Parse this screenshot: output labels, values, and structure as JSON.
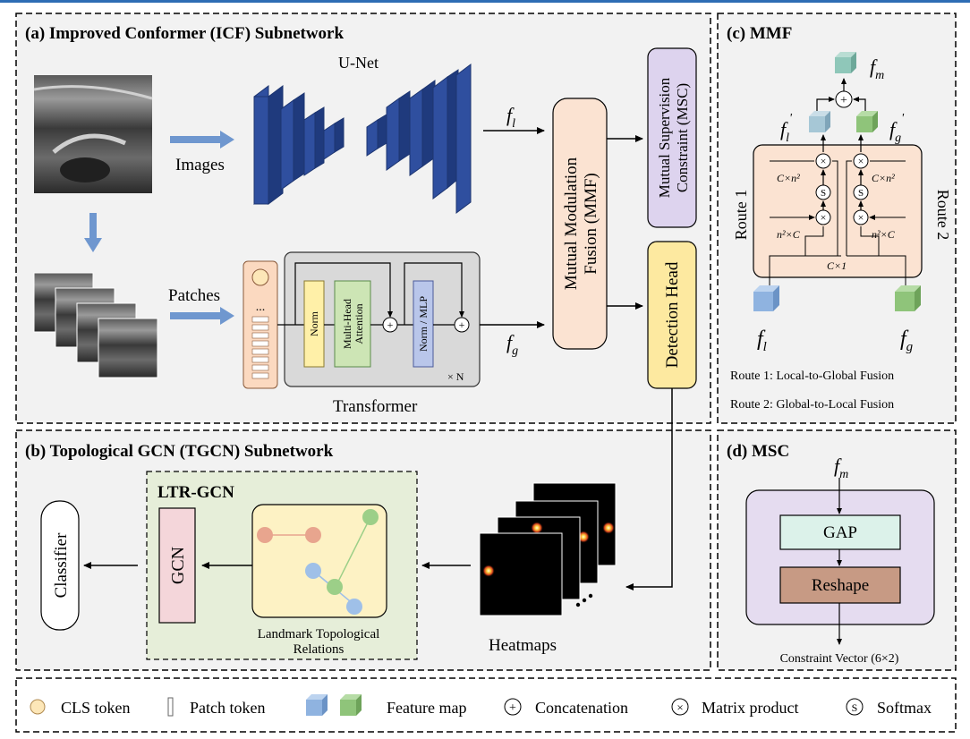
{
  "colors": {
    "top_rule": "#2e6db4",
    "panel_bg": "#f2f2f2",
    "unet_blue": "#2f4f9f",
    "arrow_blue": "#6f97cf",
    "mmf_fill": "#fbe3d2",
    "msc_fill": "#ddd3ee",
    "head_fill": "#fde9a0",
    "transformer_fill": "#d9d9d9",
    "norm_fill": "#fff0a8",
    "mha_fill": "#cde5b5",
    "mlp_fill": "#b9c6ea",
    "ltr_fill": "#e6eed9",
    "gcn_fill": "#f4d6da",
    "gap_fill": "#dcf2ea",
    "reshape_fill": "#c79a84",
    "msc_panel_fill": "#e5dcf0",
    "cube_blue": "#8fb3e0",
    "cube_green": "#8fc47a",
    "cube_teal": "#8fc7b9"
  },
  "panel_a": {
    "title": "(a) Improved Conformer (ICF) Subnetwork",
    "unet_label": "U-Net",
    "images_label": "Images",
    "patches_label": "Patches",
    "transformer_label": "Transformer",
    "norm_label": "Norm",
    "mha_label": "Multi-Head Attention",
    "mlp_label": "Norm / MLP",
    "repeat_label": "× N",
    "plus": "+",
    "f_l": "f",
    "f_l_sub": "l",
    "f_g": "f",
    "f_g_sub": "g",
    "mmf_line1": "Mutual Modulation",
    "mmf_line2": "Fusion (MMF)",
    "msc_line1": "Mutual Supervision",
    "msc_line2": "Constraint (MSC)",
    "head_label": "Detection Head",
    "ellipsis": "..."
  },
  "panel_b": {
    "title": "(b) Topological GCN (TGCN) Subnetwork",
    "ltr_title": "LTR-GCN",
    "gcn_label": "GCN",
    "classifier_label": "Classifier",
    "relations_line1": "Landmark Topological",
    "relations_line2": "Relations",
    "heatmaps_label": "Heatmaps"
  },
  "panel_c": {
    "title": "(c) MMF",
    "f_m": "f",
    "f_m_sub": "m",
    "f_l_prime": "f",
    "f_l_prime_sub": "l",
    "f_g_prime": "f",
    "f_g_prime_sub": "g",
    "prime": "'",
    "route1": "Route 1",
    "route2": "Route 2",
    "cn2_left": "C×n²",
    "cn2_right": "C×n²",
    "n2c_left": "n²×C",
    "n2c_right": "n²×C",
    "c1": "C×1",
    "softmax_symbol": "S",
    "times_symbol": "×",
    "plus_symbol": "+",
    "f_l": "f",
    "f_l_sub": "l",
    "f_g": "f",
    "f_g_sub": "g",
    "route1_desc": "Route 1: Local-to-Global Fusion",
    "route2_desc": "Route 2: Global-to-Local Fusion"
  },
  "panel_d": {
    "title": "(d) MSC",
    "f_m": "f",
    "f_m_sub": "m",
    "gap_label": "GAP",
    "reshape_label": "Reshape",
    "output_label": "Constraint Vector (6×2)"
  },
  "legend": {
    "cls_token": "CLS token",
    "patch_token": "Patch token",
    "feature_map": "Feature map",
    "concatenation": "Concatenation",
    "matrix_product": "Matrix product",
    "softmax": "Softmax",
    "plus_symbol": "+",
    "times_symbol": "×",
    "softmax_symbol": "S"
  }
}
